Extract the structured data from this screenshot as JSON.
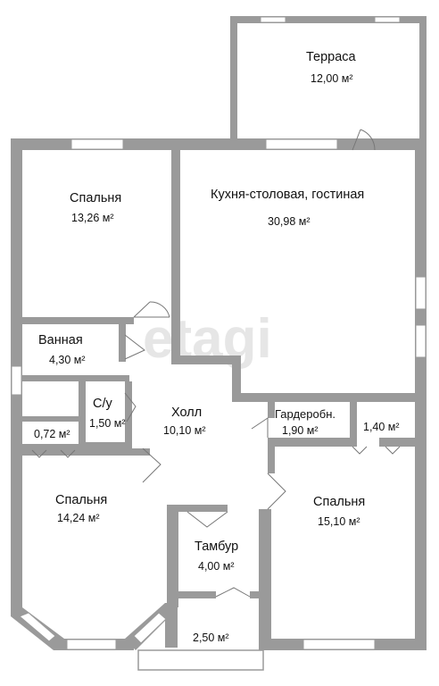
{
  "watermark": "etagi",
  "rooms": {
    "terrace": {
      "name": "Терраса",
      "area": "12,00 м²"
    },
    "bedroom_nw": {
      "name": "Спальня",
      "area": "13,26 м²"
    },
    "kitchen": {
      "name": "Кухня-столовая, гостиная",
      "area": "30,98 м²"
    },
    "bathroom": {
      "name": "Ванная",
      "area": "4,30 м²"
    },
    "wc": {
      "name": "С/у",
      "area": "1,50 м²"
    },
    "hall": {
      "name": "Холл",
      "area": "10,10 м²"
    },
    "wardrobe": {
      "name": "Гардеробн.",
      "area": "1,90 м²"
    },
    "closet_e": {
      "area": "1,40 м²"
    },
    "closet_w": {
      "area": "0,72 м²"
    },
    "bedroom_sw": {
      "name": "Спальня",
      "area": "14,24 м²"
    },
    "bedroom_se": {
      "name": "Спальня",
      "area": "15,10 м²"
    },
    "vestibule": {
      "name": "Тамбур",
      "area": "4,00 м²"
    },
    "porch": {
      "area": "2,50 м²"
    }
  }
}
